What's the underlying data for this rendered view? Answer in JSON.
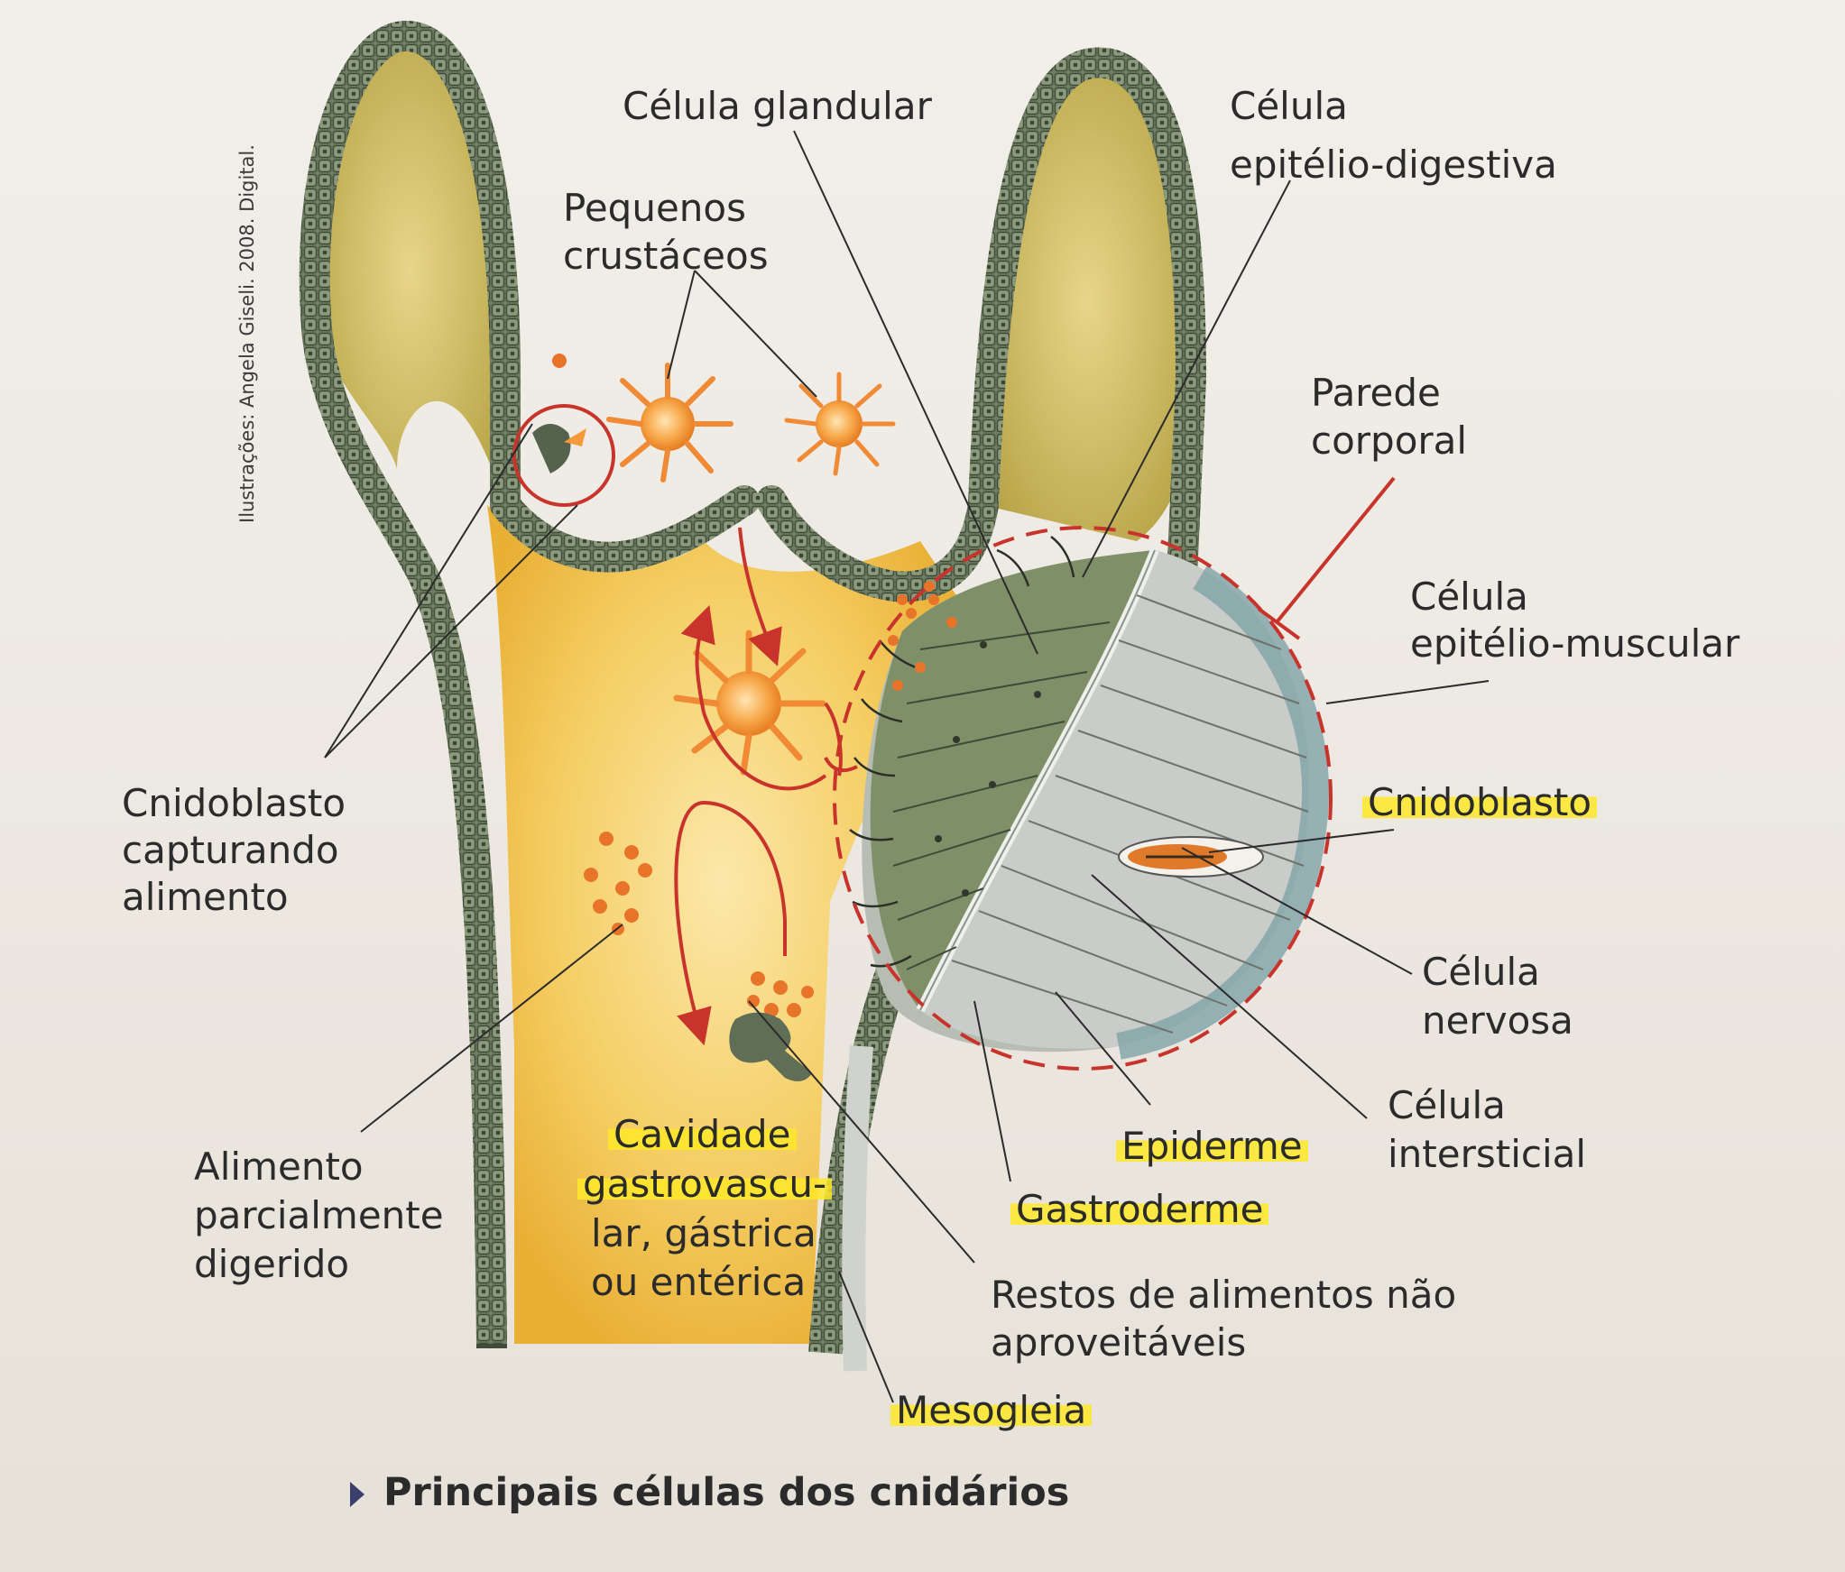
{
  "credit": "Ilustrações: Angela Giseli. 2008. Digital.",
  "caption": "Principais células dos cnidários",
  "labels": {
    "celula_glandular": "Célula glandular",
    "celula_epitelio_digestiva": [
      "Célula",
      "epitélio-digestiva"
    ],
    "pequenos_crustaceos": [
      "Pequenos",
      "crustáceos"
    ],
    "parede_corporal": [
      "Parede",
      "corporal"
    ],
    "celula_epitelio_muscular": [
      "Célula",
      "epitélio-muscular"
    ],
    "cnidoblasto": "Cnidoblasto",
    "cnidoblasto_capturando": [
      "Cnidoblasto",
      "capturando",
      "alimento"
    ],
    "celula_nervosa": [
      "Célula",
      "nervosa"
    ],
    "celula_intersticial": [
      "Célula",
      "intersticial"
    ],
    "epiderme": "Epiderme",
    "gastroderme": "Gastroderme",
    "alimento_digerido": [
      "Alimento",
      "parcialmente",
      "digerido"
    ],
    "cavidade": [
      "Cavidade",
      "gastrovascu-",
      "lar, gástrica",
      "ou entérica"
    ],
    "restos": [
      "Restos de alimentos não",
      "aproveitáveis"
    ],
    "mesogleia": "Mesogleia"
  },
  "colors": {
    "body_wall": "#5f6e55",
    "cavity_fill": "#f2c24e",
    "prey": "#f39a3a",
    "arrows": "#c8342b",
    "highlight": "#ffe828",
    "gastroderm_cells": "#7f9068",
    "epiderm_cells": "#c9ccc8"
  }
}
